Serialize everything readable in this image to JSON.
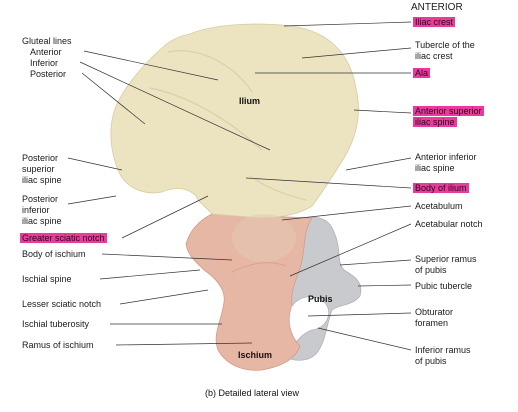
{
  "colors": {
    "highlight": "#ea3b9c",
    "ilium": "#ece4c0",
    "ischium": "#e7b7a5",
    "pubis": "#c9cacd",
    "leader": "#333333"
  },
  "header": "ANTERIOR",
  "regions": {
    "ilium": "Ilium",
    "pubis": "Pubis",
    "ischium": "Ischium"
  },
  "caption": "(b) Detailed lateral view",
  "left_labels": {
    "gluteal_lines": "Gluteal lines",
    "anterior": "Anterior",
    "inferior": "Inferior",
    "posterior": "Posterior",
    "psis_1": "Posterior",
    "psis_2": "superior",
    "psis_3": "iliac spine",
    "piis_1": "Posterior",
    "piis_2": "inferior",
    "piis_3": "iliac spine",
    "greater_sciatic_notch": "Greater sciatic notch",
    "body_of_ischium": "Body of ischium",
    "ischial_spine": "Ischial spine",
    "lesser_sciatic_notch": "Lesser sciatic notch",
    "ischial_tuberosity": "Ischial tuberosity",
    "ramus_of_ischium": "Ramus of ischium"
  },
  "right_labels": {
    "iliac_crest": "Iliac crest",
    "tubercle_1": "Tubercle of the",
    "tubercle_2": "iliac crest",
    "ala": "Ala",
    "asis_1": "Anterior superior",
    "asis_2": "iliac spine",
    "aiis_1": "Anterior inferior",
    "aiis_2": "iliac spine",
    "body_of_ilium": "Body of ilium",
    "acetabulum": "Acetabulum",
    "acetabular_notch": "Acetabular notch",
    "sup_ramus_1": "Superior ramus",
    "sup_ramus_2": "of pubis",
    "pubic_tubercle": "Pubic tubercle",
    "obturator_1": "Obturator",
    "obturator_2": "foramen",
    "inf_ramus_1": "Inferior ramus",
    "inf_ramus_2": "of pubis"
  }
}
